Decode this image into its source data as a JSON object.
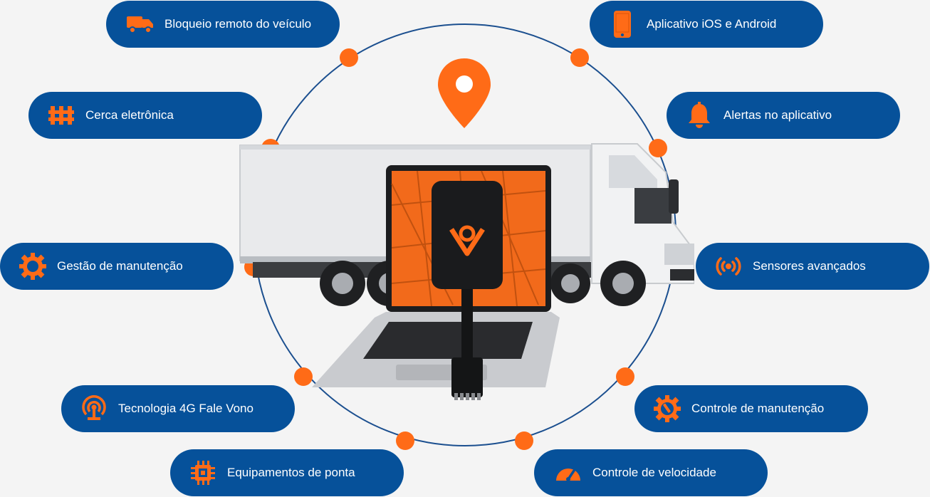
{
  "colors": {
    "pill_bg": "#06519a",
    "accent": "#ff6b17",
    "ring": "#1b4f8f",
    "background": "#f4f4f4"
  },
  "features": {
    "remote_block": {
      "label": "Bloqueio remoto do veículo",
      "icon": "truck-icon"
    },
    "app": {
      "label": "Aplicativo iOS e Android",
      "icon": "smartphone-icon"
    },
    "fence": {
      "label": "Cerca eletrônica",
      "icon": "fence-icon"
    },
    "alerts": {
      "label": "Alertas no aplicativo",
      "icon": "bell-icon"
    },
    "maintenance_mgmt": {
      "label": "Gestão de manutenção",
      "icon": "gear-icon"
    },
    "sensors": {
      "label": "Sensores avançados",
      "icon": "sensor-icon"
    },
    "tech4g": {
      "label": "Tecnologia 4G Fale Vono",
      "icon": "antenna-icon"
    },
    "maintenance_ctrl": {
      "label": "Controle de manutenção",
      "icon": "gear-wrench-icon"
    },
    "equipment": {
      "label": "Equipamentos de ponta",
      "icon": "chip-icon"
    },
    "speed": {
      "label": "Controle de velocidade",
      "icon": "speedometer-icon"
    }
  }
}
